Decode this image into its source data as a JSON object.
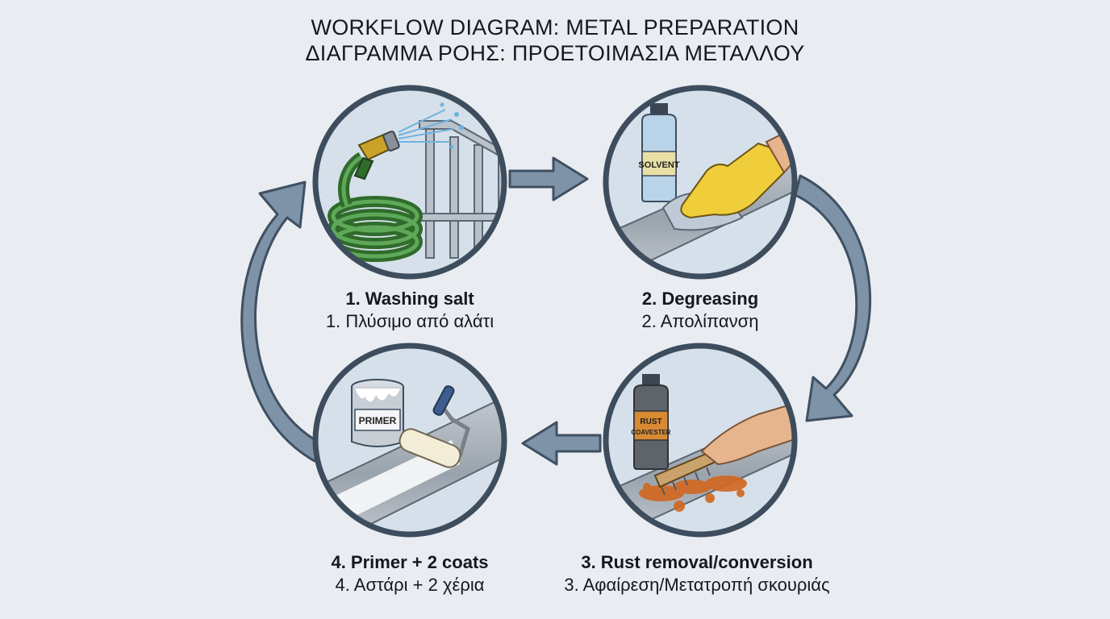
{
  "header": {
    "title_en": "WORKFLOW DIAGRAM: METAL PREPARATION",
    "title_gr": "ΔΙΑΓΡΑΜΜΑ ΡΟΗΣ: ΠΡΟΕΤΟΙΜΑΣΙΑ ΜΕΤΑΛΛΟΥ"
  },
  "steps": [
    {
      "label_en": "1. Washing salt",
      "label_gr": "1. Πλύσιμο από αλάτι",
      "icon": "garden-hose-icon"
    },
    {
      "label_en": "2. Degreasing",
      "label_gr": "2. Απολίπανση",
      "icon": "solvent-bottle-icon",
      "product_label": "SOLVENT"
    },
    {
      "label_en": "3. Rust removal/conversion",
      "label_gr": "3. Αφαίρεση/Μετατροπή σκουριάς",
      "icon": "wire-brush-icon",
      "product_label_1": "RUST",
      "product_label_2": "COAVESTER"
    },
    {
      "label_en": "4. Primer + 2 coats",
      "label_gr": "4. Αστάρι + 2 χέρια",
      "icon": "paint-roller-icon",
      "product_label": "PRIMER"
    }
  ],
  "colors": {
    "background": "#e9ecf1",
    "circle_border": "#3d4d5e",
    "circle_fill": "#d6e0ea",
    "arrow": "#7f93a8",
    "arrow_outline": "#3f5062",
    "rust": "#d2661f"
  }
}
